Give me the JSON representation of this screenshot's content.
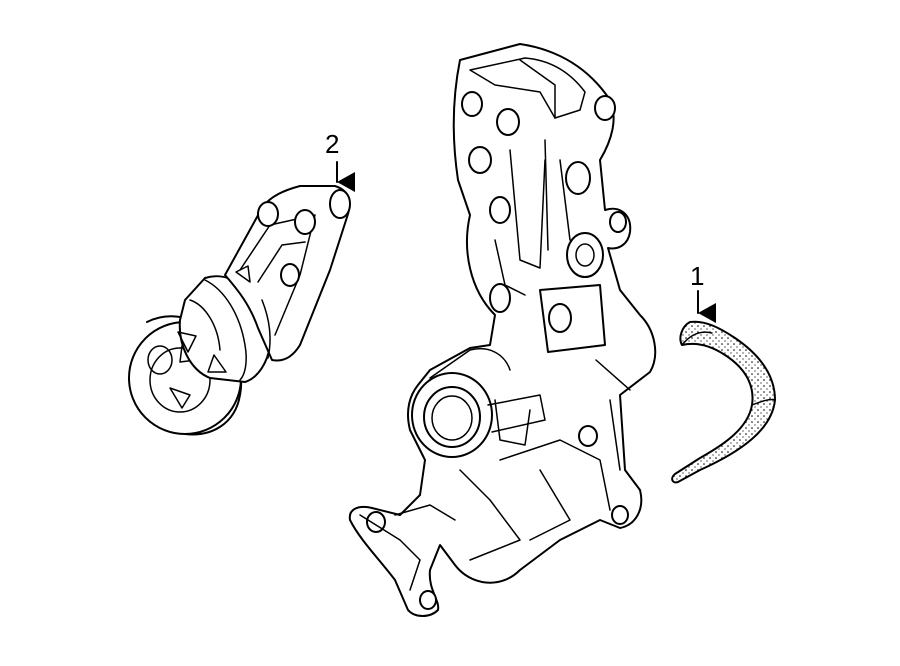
{
  "callouts": {
    "one": "1",
    "two": "2"
  },
  "parts": {
    "belt": "drive-belt",
    "tensioner": "belt-tensioner",
    "bracket": "accessory-bracket"
  },
  "colors": {
    "line": "#000000",
    "background": "#ffffff"
  }
}
